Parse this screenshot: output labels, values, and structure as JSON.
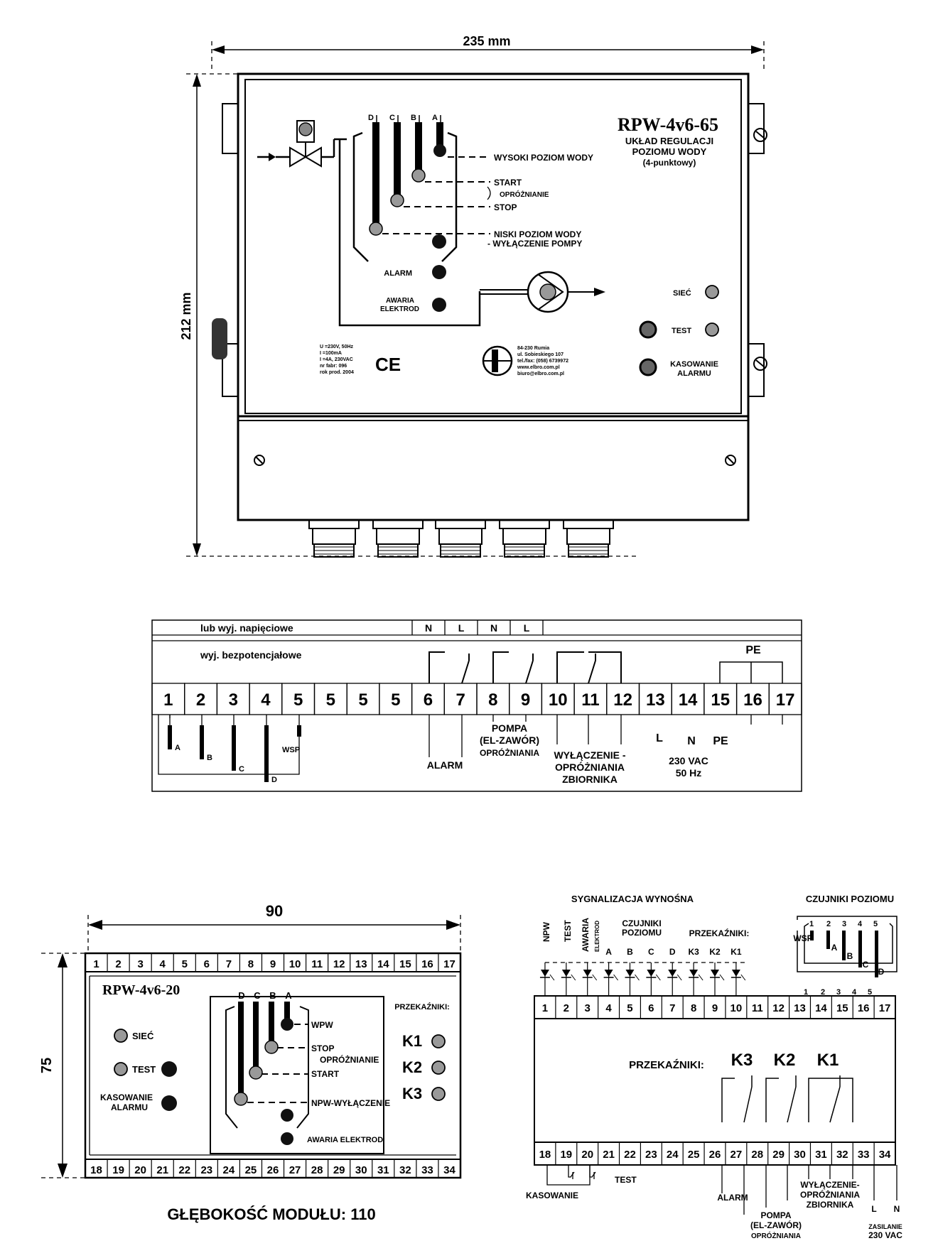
{
  "enclosure": {
    "width_dim": "235 mm",
    "height_dim": "212 mm",
    "model": "RPW-4v6-65",
    "subtitle": [
      "UKŁAD REGULACJI",
      "POZIOMU WODY",
      "(4-punktowy)"
    ],
    "electrode_letters": [
      "D",
      "C",
      "B",
      "A"
    ],
    "levels": {
      "high": "WYSOKI POZIOM WODY",
      "start": "START",
      "emptying": "OPRÓŻNIANIE",
      "stop": "STOP",
      "low": "NISKI POZIOM WODY",
      "pump_off": "- WYŁĄCZENIE POMPY"
    },
    "alarm": "ALARM",
    "electrode_failure": [
      "AWARIA",
      "ELEKTROD"
    ],
    "siec": "SIEĆ",
    "test": "TEST",
    "reset": [
      "KASOWANIE",
      "ALARMU"
    ],
    "specs": [
      "U =230V, 50Hz",
      "I =100mA",
      "I =4A, 230VAC",
      "nr fabr: 096",
      "rok prod. 2004"
    ],
    "ce": "CE",
    "manufacturer_address": [
      "84-230 Rumia",
      "ul. Sobieskiego 107",
      "tel./fax: (058) 6739972",
      "www.elbro.com.pl",
      "biuro@elbro.com.pl"
    ]
  },
  "terminal_diagram": {
    "voltage_output_label": "lub wyj. napięciowe",
    "potential_free_label": "wyj. bezpotencjałowe",
    "nl_labels": [
      "N",
      "L",
      "N",
      "L"
    ],
    "pe_top": "PE",
    "terminals": [
      "1",
      "2",
      "3",
      "4",
      "5",
      "5",
      "5",
      "5",
      "6",
      "7",
      "8",
      "9",
      "10",
      "11",
      "12",
      "13",
      "14",
      "15",
      "16",
      "17"
    ],
    "electrode_labels": [
      "A",
      "B",
      "C",
      "D",
      "WSP"
    ],
    "alarm": "ALARM",
    "pump": [
      "POMPA",
      "(EL-ZAWÓR)",
      "OPRÓŻNIANIA"
    ],
    "tank_off": [
      "WYŁĄCZENIE -",
      "OPRÓŻNIANIA",
      "ZBIORNIKA"
    ],
    "l": "L",
    "n": "N",
    "pe": "PE",
    "supply": [
      "230 VAC",
      "50 Hz"
    ]
  },
  "module": {
    "width_dim": "90",
    "height_dim": "75",
    "top_terminals": [
      "1",
      "2",
      "3",
      "4",
      "5",
      "6",
      "7",
      "8",
      "9",
      "10",
      "11",
      "12",
      "13",
      "14",
      "15",
      "16",
      "17"
    ],
    "bottom_terminals": [
      "18",
      "19",
      "20",
      "21",
      "22",
      "23",
      "24",
      "25",
      "26",
      "27",
      "28",
      "29",
      "30",
      "31",
      "32",
      "33",
      "34"
    ],
    "model": "RPW-4v6-20",
    "electrode_letters": [
      "D",
      "C",
      "B",
      "A"
    ],
    "siec": "SIEĆ",
    "test": "TEST",
    "reset": [
      "KASOWANIE",
      "ALARMU"
    ],
    "relays_title": "PRZEKAŹNIKI:",
    "relays": [
      "K1",
      "K2",
      "K3"
    ],
    "levels": {
      "wpw": "WPW",
      "stop": "STOP",
      "emptying": "OPRÓŻNIANIE",
      "start": "START",
      "npw": "NPW-WYŁĄCZENIE",
      "failure": "AWARIA ELEKTROD"
    },
    "depth": "GŁĘBOKOŚĆ MODUŁU: 110"
  },
  "wiring": {
    "remote_signaling": "SYGNALIZACJA  WYNOŚNA",
    "level_sensors_title": "CZUJNIKI POZIOMU",
    "led_labels": [
      "NPW",
      "TEST",
      "AWARIA",
      "ELEKTROD"
    ],
    "sensors_label": [
      "CZUJNIKI",
      "POZIOMU"
    ],
    "sensor_letters": [
      "A",
      "B",
      "C",
      "D"
    ],
    "relays_small": "PRZEKAŹNIKI:",
    "relay_names": [
      "K3",
      "K2",
      "K1"
    ],
    "top_terminals": [
      "1",
      "2",
      "3",
      "4",
      "5",
      "6",
      "7",
      "8",
      "9",
      "10",
      "11",
      "12",
      "13",
      "14",
      "15",
      "16",
      "17"
    ],
    "bottom_terminals": [
      "18",
      "19",
      "20",
      "21",
      "22",
      "23",
      "24",
      "25",
      "26",
      "27",
      "28",
      "29",
      "30",
      "31",
      "32",
      "33",
      "34"
    ],
    "relays_big": "PRZEKAŹNIKI:",
    "relay_big_names": [
      "K3",
      "K2",
      "K1"
    ],
    "probe_numbers": [
      "1",
      "2",
      "3",
      "4",
      "5"
    ],
    "probe_letters": [
      "WSP",
      "A",
      "B",
      "C",
      "D"
    ],
    "test": "TEST",
    "reset": "KASOWANIE",
    "alarm": "ALARM",
    "pump": [
      "POMPA",
      "(EL-ZAWÓR)",
      "OPRÓŻNIANIA"
    ],
    "tank_off": [
      "WYŁĄCZENIE-",
      "OPRÓŻNIANIA",
      "ZBIORNIKA"
    ],
    "l": "L",
    "n": "N",
    "supply": [
      "ZASILANIE",
      "230 VAC"
    ]
  }
}
